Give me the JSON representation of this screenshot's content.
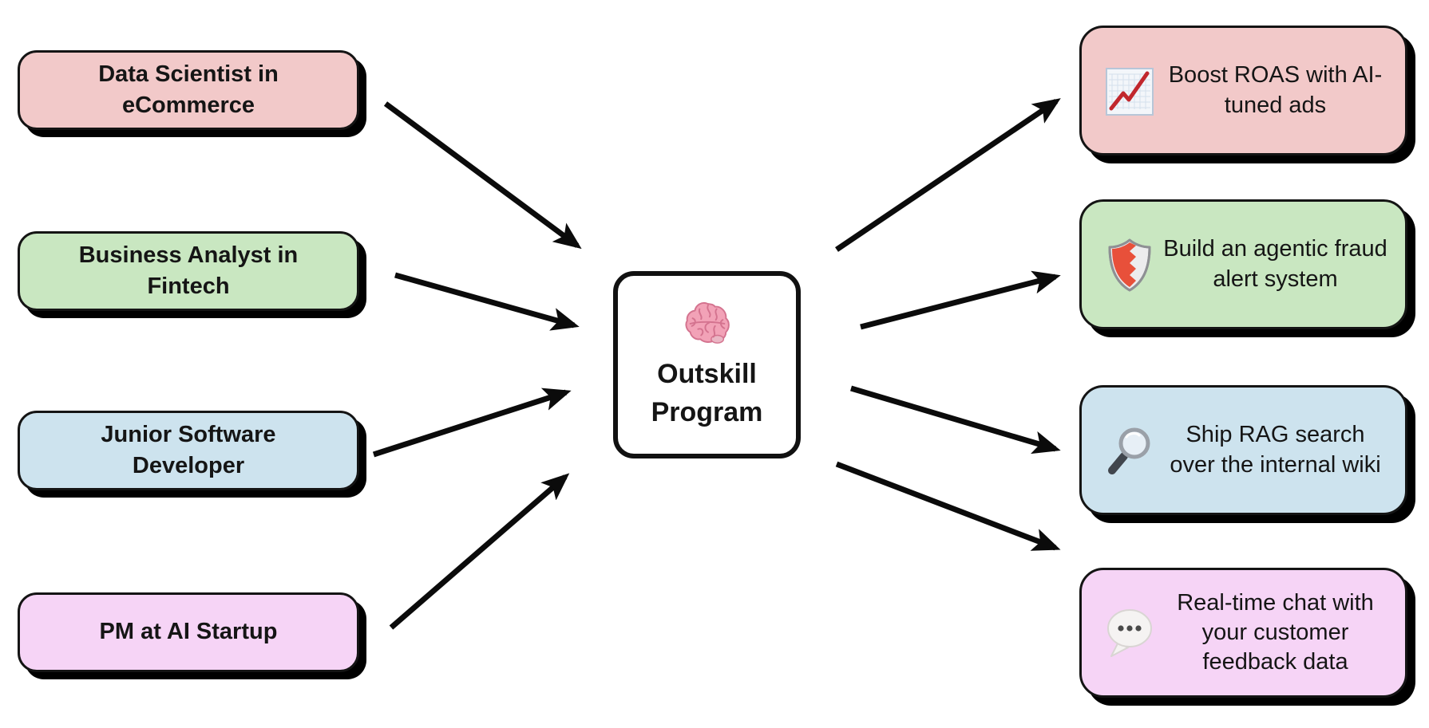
{
  "diagram": {
    "center_node": {
      "label": "Outskill Program",
      "icon": "brain-icon",
      "bg": "#ffffff"
    },
    "left_nodes": [
      {
        "label": "Data Scientist in eCommerce",
        "bg": "#f2c9c9"
      },
      {
        "label": "Business Analyst in Fintech",
        "bg": "#c9e7c1"
      },
      {
        "label": "Junior Software Developer",
        "bg": "#cde3ee"
      },
      {
        "label": "PM at AI Startup",
        "bg": "#f6d4f6"
      }
    ],
    "right_nodes": [
      {
        "label": "Boost ROAS with AI-tuned ads",
        "icon": "chart-increasing-icon",
        "bg": "#f2c9c9"
      },
      {
        "label": "Build an agentic fraud alert system",
        "icon": "shield-icon",
        "bg": "#c9e7c1"
      },
      {
        "label": "Ship RAG search over the internal wiki",
        "icon": "magnifying-glass-icon",
        "bg": "#cde3ee"
      },
      {
        "label": "Real-time chat with your customer feedback data",
        "icon": "speech-balloon-icon",
        "bg": "#f6d4f6"
      }
    ],
    "connections": [
      {
        "from": "left_nodes.0",
        "to": "center_node"
      },
      {
        "from": "left_nodes.1",
        "to": "center_node"
      },
      {
        "from": "left_nodes.2",
        "to": "center_node"
      },
      {
        "from": "left_nodes.3",
        "to": "center_node"
      },
      {
        "from": "center_node",
        "to": "right_nodes.0"
      },
      {
        "from": "center_node",
        "to": "right_nodes.1"
      },
      {
        "from": "center_node",
        "to": "right_nodes.2"
      },
      {
        "from": "center_node",
        "to": "right_nodes.3"
      }
    ],
    "colors": {
      "arrow": "#0b0b0b",
      "border": "#141414",
      "shadow": "#000000"
    }
  }
}
